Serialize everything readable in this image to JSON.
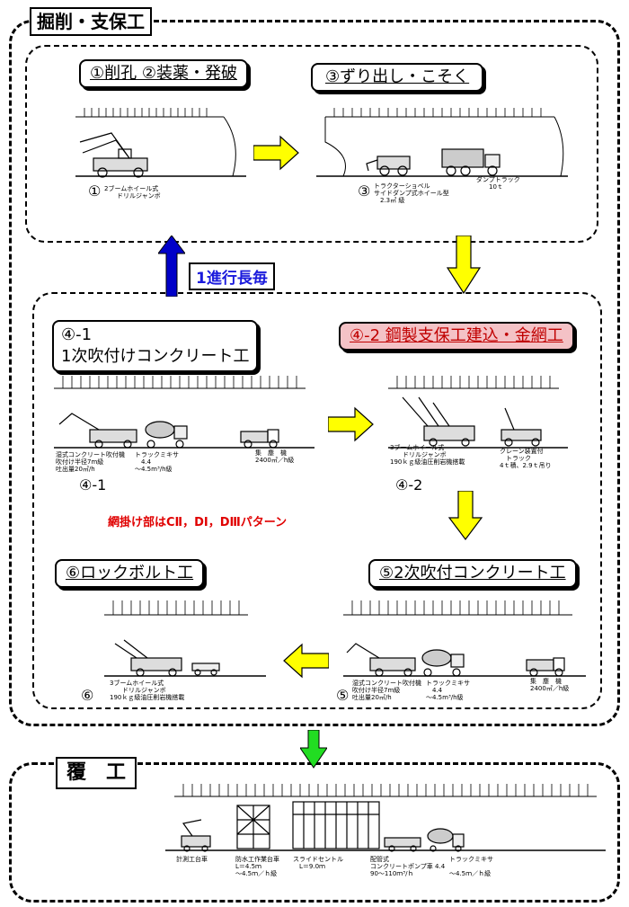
{
  "sections": {
    "excavation_title": "掘削・支保工",
    "lining_title": "覆　工"
  },
  "steps": {
    "s12_label": "①削孔 ②装薬・発破",
    "s3_label": "③ずり出し・こそく",
    "s41_label_line1": "④-1",
    "s41_label_line2": "1次吹付けコンクリート工",
    "s42_label": "④-2 鋼製支保工建込・金網工",
    "s5_label": "⑤2次吹付コンクリート工",
    "s6_label": "⑥ロックボルト工"
  },
  "cycle_label": "1進行長毎",
  "note_red": "網掛け部はCⅡ，DⅠ，DⅢパターン",
  "scenes": {
    "s1": {
      "num": "①",
      "caption": "2ブームホイール式\n　　ドリルジャンボ"
    },
    "s3": {
      "num": "③",
      "cap_a": "トラクターショベル\nサイドダンプ式ホイール型\n　2.3㎥ 級",
      "cap_b": "ダンプトラック\n　　10ｔ"
    },
    "s41": {
      "num": "④-1",
      "cap_a": "湿式コンクリート吹付機\n吹付け半径7m級\n吐出量20㎥/h",
      "cap_b": "トラックミキサ\n　4.4\n～4.5m³/h級",
      "cap_c": "集　塵　機\n2400㎥／h級"
    },
    "s42": {
      "num": "④-2",
      "cap_a": "3ブームホイール式\n　　ドリルジャンボ\n190ｋｇ級油圧削岩機搭載",
      "cap_b": "クレーン装置付\n　トラック\n4ｔ積、2.9ｔ吊り"
    },
    "s5": {
      "num": "⑤",
      "cap_a": "湿式コンクリート吹付機\n吹付け半径7m級\n吐出量20㎥/h",
      "cap_b": "トラックミキサ\n　4.4\n～4.5m³/h級",
      "cap_c": "集　塵　機\n2400㎥／h級"
    },
    "s6": {
      "num": "⑥",
      "cap_a": "3ブームホイール式\n　　ドリルジャンボ\n190ｋｇ級油圧削岩機搭載"
    },
    "lining": {
      "cap_a": "計測工台車",
      "cap_b": "防水工作業台車\nL＝4.5ｍ\n～4.5ｍ／ｈ級",
      "cap_c": "スライドセントル\n　L＝9.0ｍ",
      "cap_d": "配管式\nコンクリートポンプ車 4.4\n90～110ｍ³/ｈ",
      "cap_e": "トラックミキサ\n\n～4.5ｍ／ｈ級"
    }
  },
  "colors": {
    "yellow": "#ffff00",
    "blue": "#0000c8",
    "green": "#22dd22",
    "pink": "#f4c2c6",
    "red": "#e00000"
  }
}
